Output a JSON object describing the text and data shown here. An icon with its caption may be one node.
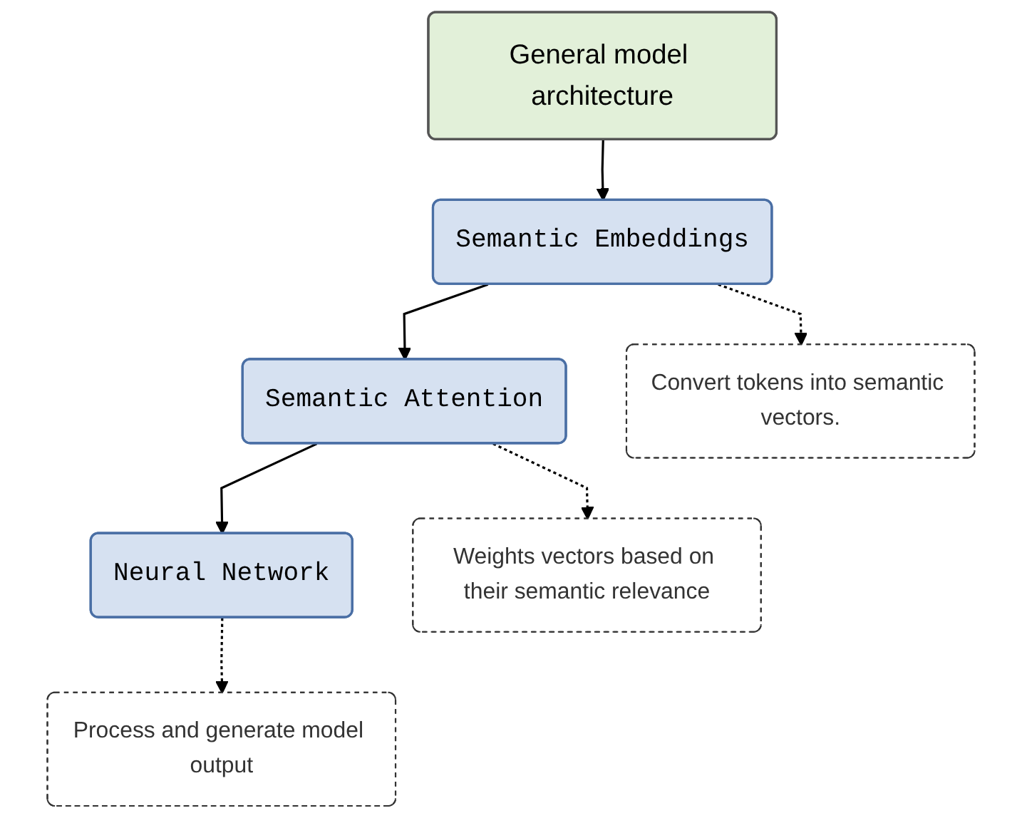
{
  "diagram": {
    "nodes": [
      {
        "text": [
          "General model architecture"
        ]
      },
      {
        "text": [
          "Semantic Embeddings"
        ]
      },
      {
        "text": [
          "Semantic Attention"
        ]
      },
      {
        "text": [
          "Neural Network"
        ]
      },
      {
        "text": [
          "Convert tokens into semantic vectors."
        ]
      },
      {
        "text": [
          "Weights vectors based on their semantic relevance"
        ]
      },
      {
        "text": [
          "Process and generate model output"
        ]
      }
    ],
    "edges": [
      {
        "from": 0,
        "to": 1,
        "arrow": "to"
      },
      {
        "from": 1,
        "to": 2,
        "arrow": "to"
      },
      {
        "from": 2,
        "to": 3,
        "arrow": "to"
      },
      {
        "from": 1,
        "to": 4,
        "arrow": "to",
        "style": "dashed"
      },
      {
        "from": 2,
        "to": 5,
        "arrow": "to",
        "style": "dashed"
      },
      {
        "from": 3,
        "to": 6,
        "arrow": "to",
        "style": "dashed"
      }
    ]
  }
}
